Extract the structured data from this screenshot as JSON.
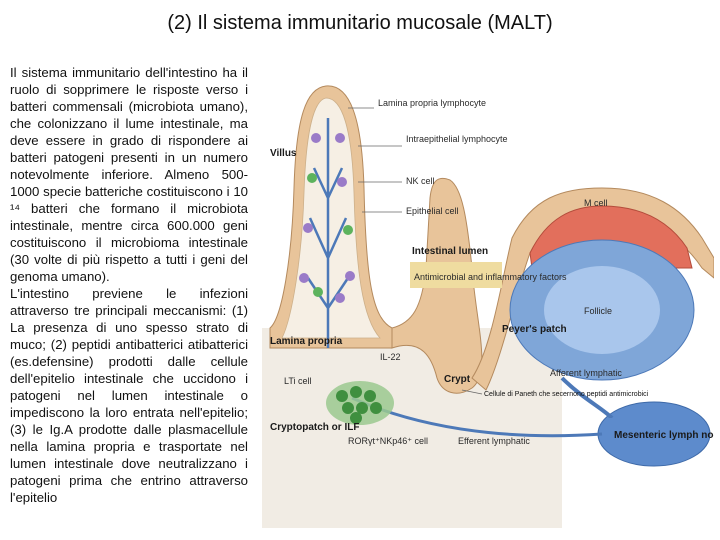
{
  "slide": {
    "title": "(2) Il sistema immunitario mucosale (MALT)",
    "paragraph1": "Il sistema immunitario dell'intestino ha il ruolo di sopprimere le risposte verso i batteri commensali (microbiota umano), che colonizzano il lume intestinale, ma deve essere in grado di rispondere ai batteri patogeni presenti in un numero notevolmente inferiore. Almeno 500-1000 specie batteriche costituiscono i 10 ¹⁴ batteri che formano il microbiota intestinale, mentre circa 600.000 geni costituiscono il microbioma intestinale (30 volte di più rispetto a tutti i geni del genoma umano).",
    "paragraph2": "L'intestino previene le infezioni attraverso tre principali meccanismi: (1) La presenza di uno spesso strato di muco; (2) peptidi antibatterici atibatterici (es.defensine) prodotti dalle cellule dell'epitelio intestinale che uccidono i patogeni nel lumen intestinale o impediscono la loro entrata nell'epitelio; (3) le Ig.A prodotte dalle plasmacellule nella lamina propria e trasportate nel lumen intestinale dove neutralizzano i patogeni prima che entrino attraverso l'epitelio"
  },
  "figure": {
    "labels": {
      "lamina_propria_lymphocyte": "Lamina propria lymphocyte",
      "intraepithelial_lymphocyte": "Intraepithelial lymphocyte",
      "villus": "Villus",
      "nk_cell": "NK cell",
      "m_cell": "M cell",
      "epithelial_cell": "Epithelial cell",
      "intestinal_lumen": "Intestinal lumen",
      "antimicrobial": "Antimicrobial and inflammatory factors",
      "follicle": "Follicle",
      "peyers_patch": "Peyer's patch",
      "lamina_propria": "Lamina propria",
      "il22": "IL-22",
      "lti_cell": "LTi cell",
      "crypt": "Crypt",
      "afferent_lymphatic": "Afferent lymphatic",
      "paneth_note": "Cellule di Paneth che secernono peptidi antimicrobici",
      "cryptopatch": "Cryptopatch or ILF",
      "rorgt": "RORγt⁺NKp46⁺ cell",
      "efferent_lymphatic": "Efferent lymphatic",
      "mesenteric": "Mesenteric lymph node"
    },
    "colors": {
      "epithelium": "#e8c49a",
      "lymph_node": "#7fa6d8",
      "follicle": "#a9c6ec",
      "m_cell_dome": "#e26f5c",
      "vessel": "#4d79b8",
      "cell_green": "#5db35d",
      "cell_purple": "#9a7bc8"
    }
  }
}
